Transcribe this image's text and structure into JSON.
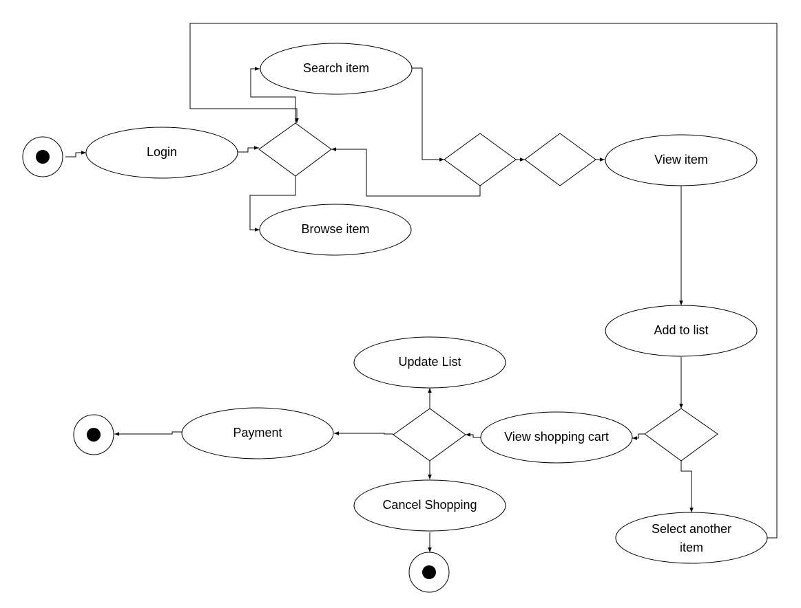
{
  "diagram": {
    "activities": {
      "login": "Login",
      "search_item": "Search item",
      "browse_item": "Browse item",
      "view_item": "View item",
      "add_to_list": "Add to list",
      "view_shopping_cart": "View shopping cart",
      "update_list": "Update List",
      "payment": "Payment",
      "cancel_shopping": "Cancel Shopping",
      "select_another_item_line1": "Select another",
      "select_another_item_line2": "item"
    },
    "colors": {
      "stroke": "#000000",
      "fill": "#ffffff"
    }
  }
}
